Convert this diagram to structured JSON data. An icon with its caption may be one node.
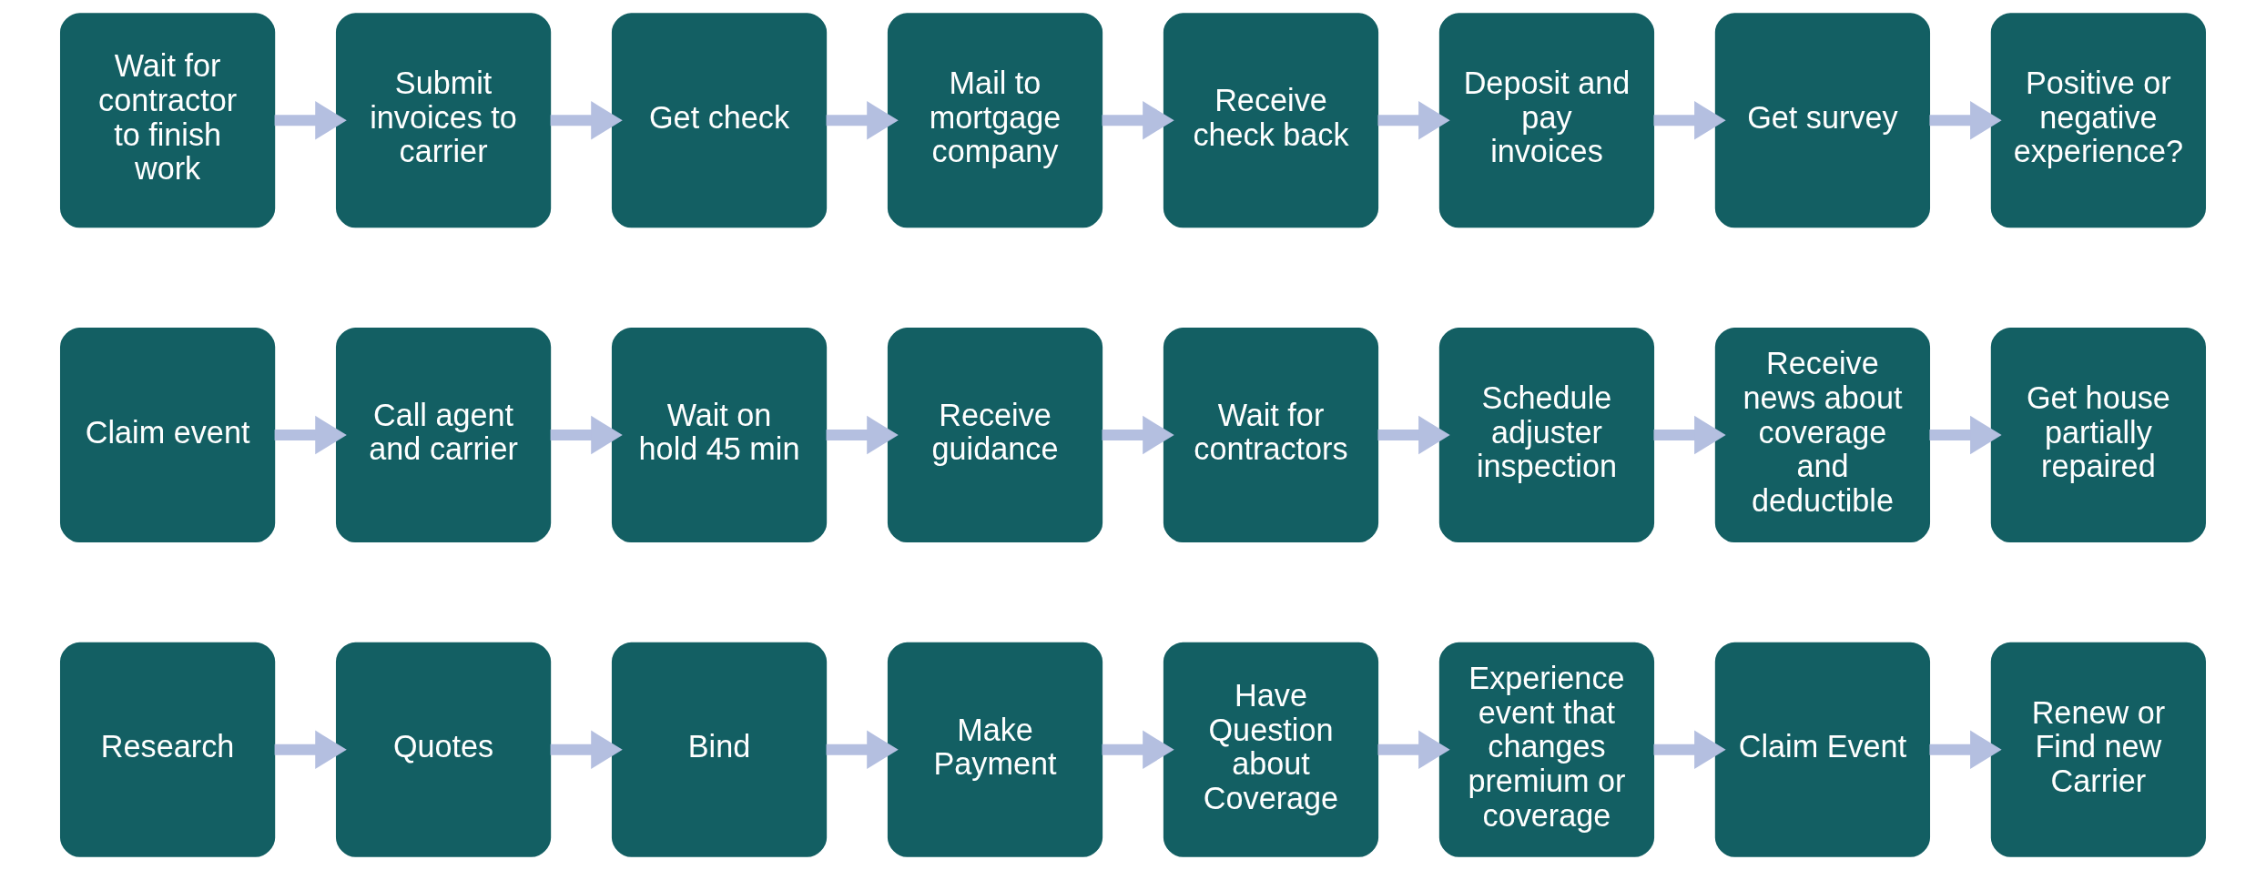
{
  "diagram": {
    "nodes": [
      {
        "text": [
          "Research"
        ]
      },
      {
        "text": [
          "Quotes"
        ]
      },
      {
        "text": [
          "Bind"
        ]
      },
      {
        "text": [
          "Make Payment"
        ]
      },
      {
        "text": [
          "Have Question about Coverage"
        ]
      },
      {
        "text": [
          "Experience event that changes premium or coverage"
        ]
      },
      {
        "text": [
          "Claim Event"
        ]
      },
      {
        "text": [
          "Renew or Find new Carrier"
        ]
      },
      {
        "text": [
          "Claim event"
        ]
      },
      {
        "text": [
          "Call agent and carrier"
        ]
      },
      {
        "text": [
          "Wait on hold 45 min"
        ]
      },
      {
        "text": [
          "Receive guidance"
        ]
      },
      {
        "text": [
          "Wait for contractors"
        ]
      },
      {
        "text": [
          "Schedule adjuster inspection"
        ]
      },
      {
        "text": [
          "Receive news about coverage and deductible"
        ]
      },
      {
        "text": [
          "Get house partially repaired"
        ]
      },
      {
        "text": [
          "Wait for contractor to finish work"
        ]
      },
      {
        "text": [
          "Submit invoices to carrier"
        ]
      },
      {
        "text": [
          "Get check"
        ]
      },
      {
        "text": [
          "Mail to mortgage company"
        ]
      },
      {
        "text": [
          "Receive check back"
        ]
      },
      {
        "text": [
          "Deposit and pay invoices"
        ]
      },
      {
        "text": [
          "Get survey"
        ]
      },
      {
        "text": [
          "Positive or negative experience?"
        ]
      }
    ],
    "edges": [
      {
        "from": 0,
        "to": 1,
        "arrow": "to"
      },
      {
        "from": 1,
        "to": 2,
        "arrow": "to"
      },
      {
        "from": 2,
        "to": 3,
        "arrow": "to"
      },
      {
        "from": 3,
        "to": 4,
        "arrow": "to"
      },
      {
        "from": 4,
        "to": 5,
        "arrow": "to"
      },
      {
        "from": 5,
        "to": 6,
        "arrow": "to"
      },
      {
        "from": 6,
        "to": 7,
        "arrow": "to"
      },
      {
        "from": 8,
        "to": 9,
        "arrow": "to"
      },
      {
        "from": 9,
        "to": 10,
        "arrow": "to"
      },
      {
        "from": 10,
        "to": 11,
        "arrow": "to"
      },
      {
        "from": 11,
        "to": 12,
        "arrow": "to"
      },
      {
        "from": 12,
        "to": 13,
        "arrow": "to"
      },
      {
        "from": 13,
        "to": 14,
        "arrow": "to"
      },
      {
        "from": 14,
        "to": 15,
        "arrow": "to"
      },
      {
        "from": 16,
        "to": 17,
        "arrow": "to"
      },
      {
        "from": 17,
        "to": 18,
        "arrow": "to"
      },
      {
        "from": 18,
        "to": 19,
        "arrow": "to"
      },
      {
        "from": 19,
        "to": 20,
        "arrow": "to"
      },
      {
        "from": 20,
        "to": 21,
        "arrow": "to"
      },
      {
        "from": 21,
        "to": 22,
        "arrow": "to"
      },
      {
        "from": 22,
        "to": 23,
        "arrow": "to"
      }
    ]
  }
}
